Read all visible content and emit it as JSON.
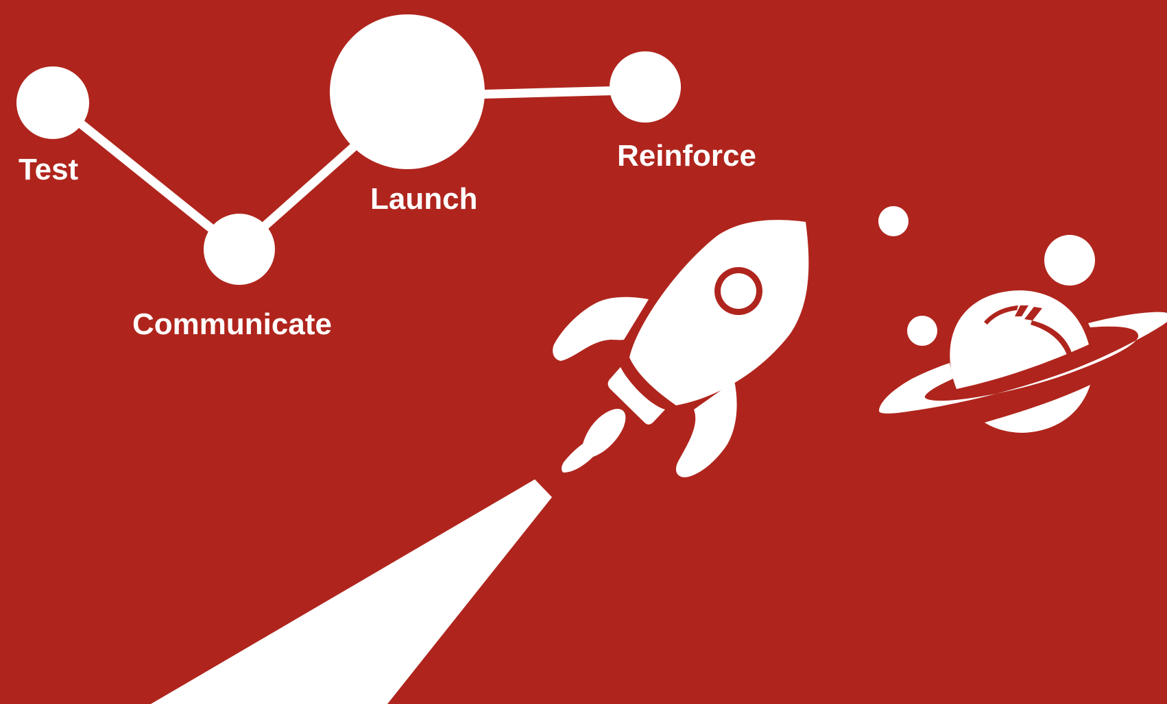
{
  "colors": {
    "background": "#AF251D",
    "foreground": "#FFFFFF"
  },
  "stages": [
    {
      "label": "Test"
    },
    {
      "label": "Communicate"
    },
    {
      "label": "Launch"
    },
    {
      "label": "Reinforce"
    }
  ],
  "icons": {
    "rocket": "rocket-icon",
    "planet": "ringed-planet-icon"
  }
}
